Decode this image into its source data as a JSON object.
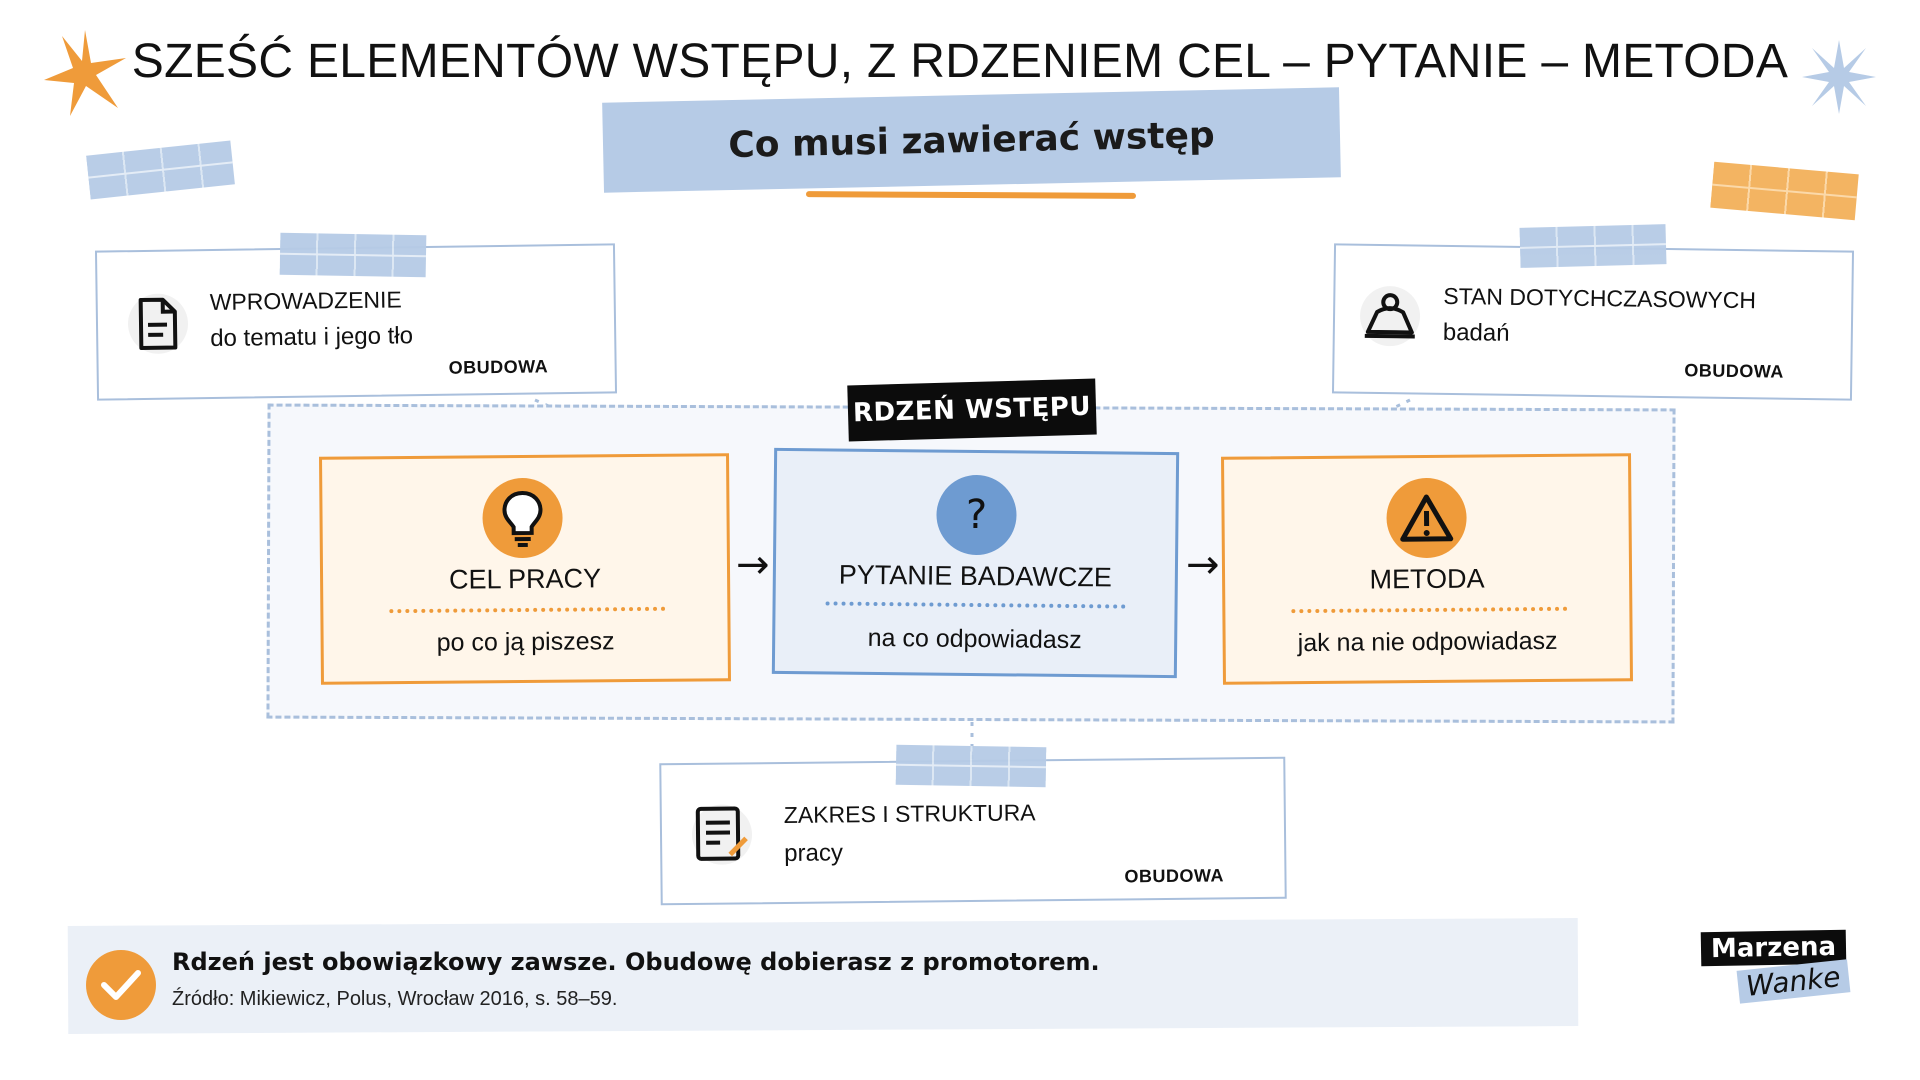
{
  "header": {
    "title": "SZEŚĆ ELEMENTÓW WSTĘPU, Z RDZENIEM CEL – PYTANIE – METODA",
    "subtitle": "Co musi zawierać wstęp"
  },
  "outer": {
    "intro": {
      "label": "WPROWADZENIE",
      "sub": "do tematu i jego tło",
      "tag": "OBUDOWA",
      "icon": "document-icon"
    },
    "state": {
      "label": "STAN DOTYCHCZASOWYCH",
      "sub": "badań",
      "tag": "OBUDOWA",
      "icon": "bell-icon"
    },
    "scope": {
      "label": "ZAKRES I STRUKTURA",
      "sub": "pracy",
      "tag": "OBUDOWA",
      "icon": "notepad-icon"
    }
  },
  "core": {
    "label": "RDZEŃ WSTĘPU",
    "items": [
      {
        "title": "CEL PRACY",
        "sub": "po co ją piszesz",
        "icon": "lightbulb-icon",
        "color": "#ef9b3a"
      },
      {
        "title": "PYTANIE BADAWCZE",
        "sub": "na co odpowiadasz",
        "icon": "question-icon",
        "icon_text": "?",
        "color": "#6e9bd1"
      },
      {
        "title": "METODA",
        "sub": "jak na nie odpowiadasz",
        "icon": "warning-icon",
        "color": "#ef9b3a"
      }
    ],
    "arrow": "→"
  },
  "note": {
    "main": "Rdzeń jest obowiązkowy zawsze. Obudowę dobierasz z promotorem.",
    "source": "Źródło: Mikiewicz, Polus, Wrocław 2016, s. 58–59."
  },
  "brand": {
    "line1": "Marzena",
    "line2": "Wanke"
  },
  "colors": {
    "accent_orange": "#ef9b3a",
    "accent_blue": "#6e9bd1",
    "tape_blue": "#b6cbe6",
    "dark": "#0c0c0c"
  }
}
